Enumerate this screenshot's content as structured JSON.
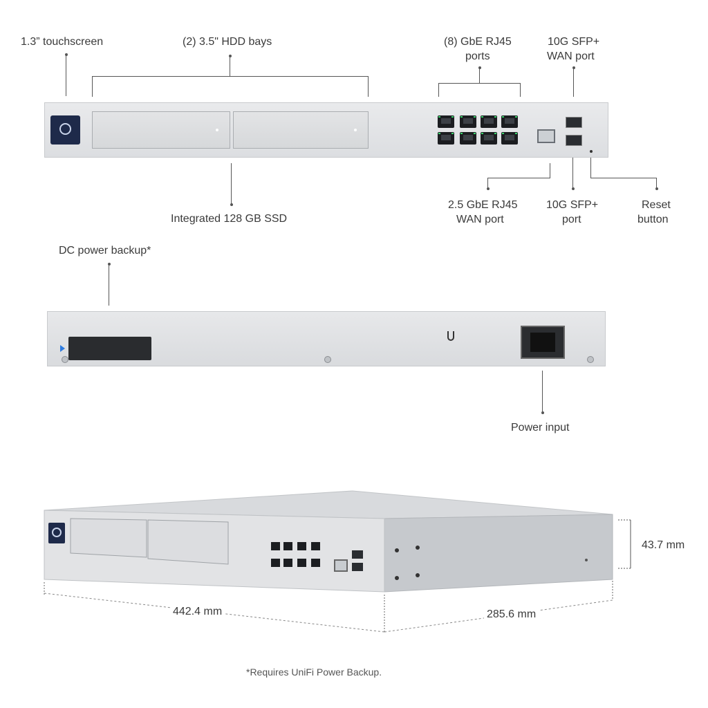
{
  "labels": {
    "touchscreen": "1.3” touchscreen",
    "hdd_bays": "(2) 3.5\" HDD bays",
    "gbe_ports_line1": "(8) GbE RJ45",
    "gbe_ports_line2": "ports",
    "sfp_wan_line1": "10G SFP+",
    "sfp_wan_line2": "WAN port",
    "ssd": "Integrated 128 GB SSD",
    "wan25_line1": "2.5 GbE RJ45",
    "wan25_line2": "WAN port",
    "sfp_port_line1": "10G SFP+",
    "sfp_port_line2": "port",
    "reset_line1": "Reset",
    "reset_line2": "button",
    "dc_backup": "DC power backup*",
    "power_input": "Power input"
  },
  "dimensions": {
    "height": "43.7 mm",
    "width": "442.4 mm",
    "depth": "285.6 mm"
  },
  "footnote": "*Requires UniFi Power Backup."
}
